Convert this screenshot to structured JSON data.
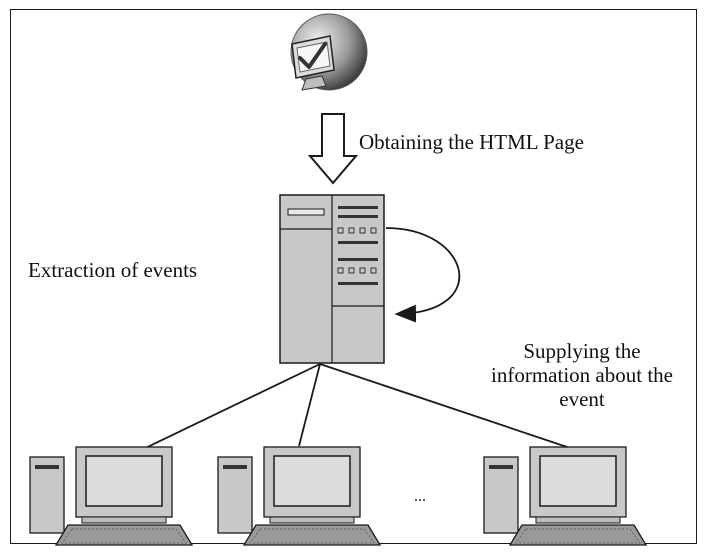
{
  "labels": {
    "obtain": "Obtaining the HTML Page",
    "extract": "Extraction of events",
    "supply": "Supplying the information about the event",
    "ellipsis": "..."
  },
  "icons": {
    "top": "checkmark-monitor-globe-icon",
    "server": "server-tower-icon",
    "clients": "desktop-computer-icon"
  },
  "colors": {
    "device_fill": "#c8c8c8",
    "device_dark": "#8a8a8a",
    "stroke": "#1a1a1a",
    "background": "#ffffff"
  }
}
